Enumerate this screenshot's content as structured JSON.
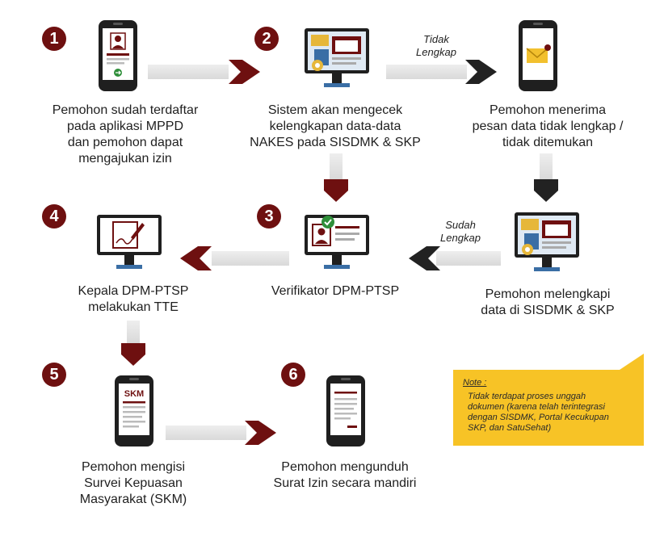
{
  "steps": {
    "s1": {
      "number": "1",
      "lines": [
        "Pemohon sudah terdaftar",
        "pada aplikasi MPPD",
        "dan pemohon dapat",
        "mengajukan izin"
      ]
    },
    "s2": {
      "number": "2",
      "lines": [
        "Sistem akan mengecek",
        "kelengkapan data-data",
        "NAKES pada SISDMK & SKP"
      ]
    },
    "s_msg": {
      "lines": [
        "Pemohon menerima",
        "pesan data tidak lengkap /",
        "tidak ditemukan"
      ]
    },
    "s3": {
      "number": "3",
      "lines": [
        "Verifikator DPM-PTSP"
      ]
    },
    "s4": {
      "number": "4",
      "lines": [
        "Kepala DPM-PTSP",
        "melakukan TTE"
      ]
    },
    "s_fix": {
      "lines": [
        "Pemohon melengkapi",
        "data di SISDMK & SKP"
      ]
    },
    "s5": {
      "number": "5",
      "lines": [
        "Pemohon mengisi",
        "Survei Kepuasan",
        "Masyarakat (SKM)"
      ]
    },
    "s6": {
      "number": "6",
      "lines": [
        "Pemohon mengunduh",
        "Surat Izin secara mandiri"
      ]
    }
  },
  "arrow_labels": {
    "tidak_lengkap": [
      "Tidak",
      "Lengkap"
    ],
    "sudah_lengkap": [
      "Sudah",
      "Lengkap"
    ]
  },
  "skm_label": "SKM",
  "note": {
    "title": "Note :",
    "lines": [
      "Tidak terdapat proses unggah",
      "dokumen (karena telah terintegrasi",
      "dengan SISDMK, Portal Kecukupan",
      "SKP, dan SatuSehat)"
    ]
  },
  "colors": {
    "accent": "#6e1010",
    "dark_arrow": "#222222",
    "note_bg": "#f7c326",
    "monitor_blue": "#3a6ea5"
  },
  "icons": {
    "s1": "phone-profile-icon",
    "s2": "monitor-gear-icon",
    "s_msg": "phone-envelope-icon",
    "s3": "monitor-verified-icon",
    "s4": "monitor-signature-icon",
    "s_fix": "monitor-gear-icon",
    "s5": "phone-survey-icon",
    "s6": "phone-document-icon"
  }
}
